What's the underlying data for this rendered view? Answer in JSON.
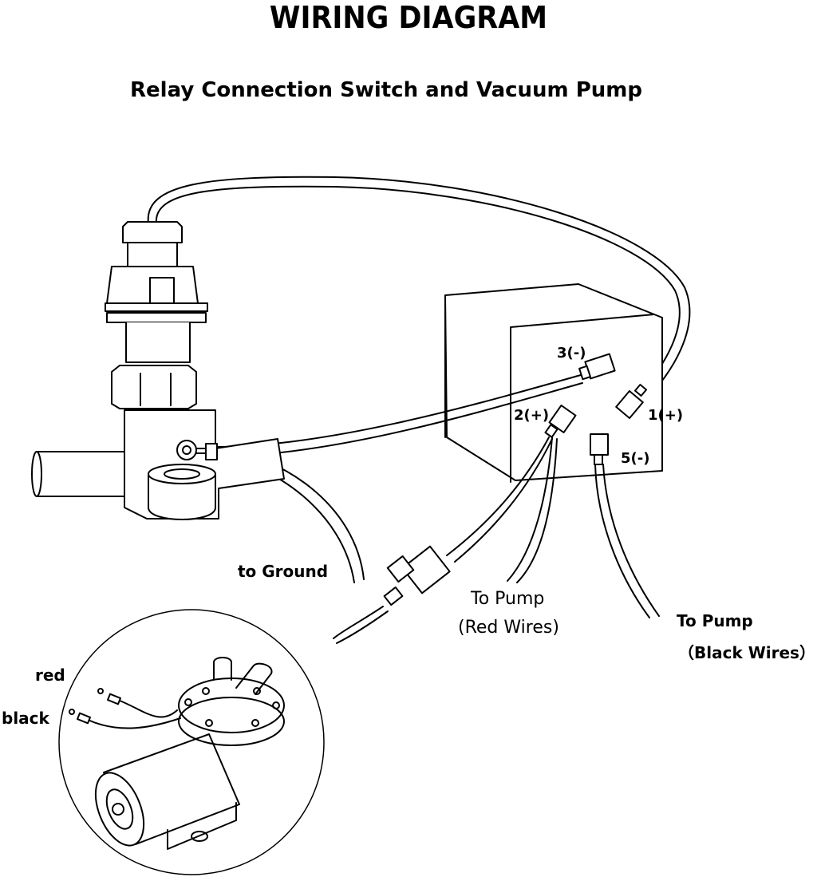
{
  "title": "WIRING DIAGRAM",
  "subtitle": "Relay Connection Switch and Vacuum Pump",
  "terminals": {
    "t3": "3(-)",
    "t2": "2(+)",
    "t1": "1(+)",
    "t5": "5(-)"
  },
  "labels": {
    "ground": "to Ground",
    "pump_red_1": "To Pump",
    "pump_red_2": "(Red Wires)",
    "pump_black_1": "To Pump",
    "pump_black_2": "（Black Wires）",
    "red": "red",
    "black": "black"
  }
}
